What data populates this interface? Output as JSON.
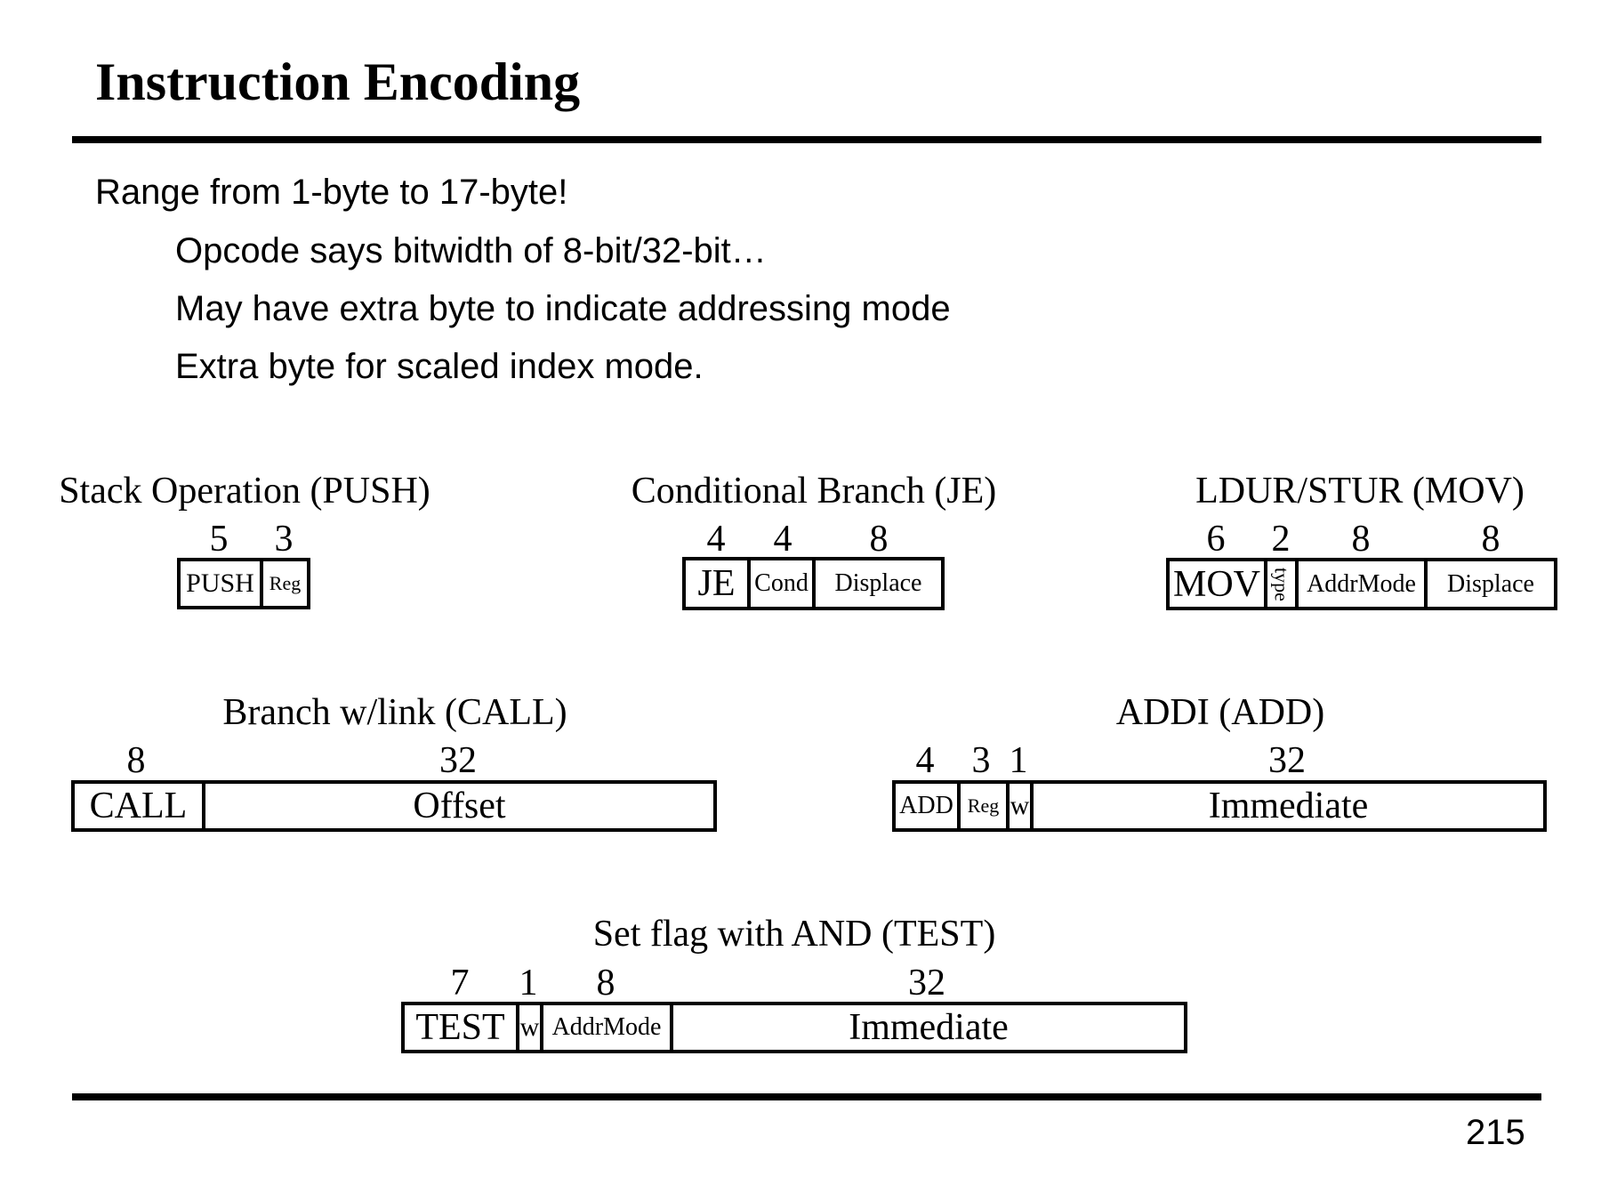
{
  "title": "Instruction Encoding",
  "bullets": [
    "Range from 1-byte to 17-byte!",
    "Opcode says bitwidth of 8-bit/32-bit…",
    "May have extra byte to indicate addressing mode",
    "Extra byte for scaled index mode."
  ],
  "page_number": "215",
  "formats": {
    "push": {
      "title": "Stack Operation (PUSH)",
      "fields": [
        {
          "label": "PUSH",
          "bits": "5"
        },
        {
          "label": "Reg",
          "bits": "3"
        }
      ]
    },
    "je": {
      "title": "Conditional Branch (JE)",
      "fields": [
        {
          "label": "JE",
          "bits": "4"
        },
        {
          "label": "Cond",
          "bits": "4"
        },
        {
          "label": "Displace",
          "bits": "8"
        }
      ]
    },
    "mov": {
      "title": "LDUR/STUR (MOV)",
      "fields": [
        {
          "label": "MOV",
          "bits": "6"
        },
        {
          "label": "type",
          "bits": "2"
        },
        {
          "label": "AddrMode",
          "bits": "8"
        },
        {
          "label": "Displace",
          "bits": "8"
        }
      ]
    },
    "call": {
      "title": "Branch w/link (CALL)",
      "fields": [
        {
          "label": "CALL",
          "bits": "8"
        },
        {
          "label": "Offset",
          "bits": "32"
        }
      ]
    },
    "add": {
      "title": "ADDI (ADD)",
      "fields": [
        {
          "label": "ADD",
          "bits": "4"
        },
        {
          "label": "Reg",
          "bits": "3"
        },
        {
          "label": "w",
          "bits": "1"
        },
        {
          "label": "Immediate",
          "bits": "32"
        }
      ]
    },
    "test": {
      "title": "Set flag with AND (TEST)",
      "fields": [
        {
          "label": "TEST",
          "bits": "7"
        },
        {
          "label": "w",
          "bits": "1"
        },
        {
          "label": "AddrMode",
          "bits": "8"
        },
        {
          "label": "Immediate",
          "bits": "32"
        }
      ]
    }
  }
}
